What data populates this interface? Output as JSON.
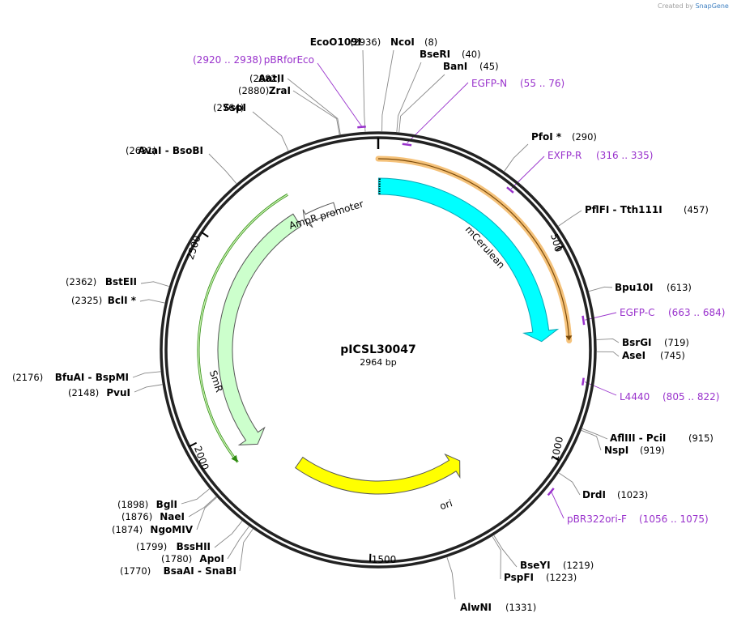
{
  "plasmid": {
    "name": "pICSL30047",
    "length_label": "2964 bp",
    "length": 2964
  },
  "credit": {
    "prefix": "Created by",
    "brand": "SnapGene"
  },
  "ticks": [
    {
      "pos": 0,
      "label": ""
    },
    {
      "pos": 500,
      "label": "500"
    },
    {
      "pos": 1000,
      "label": "1000"
    },
    {
      "pos": 1500,
      "label": "1500"
    },
    {
      "pos": 2000,
      "label": "2000"
    },
    {
      "pos": 2500,
      "label": "2500"
    }
  ],
  "features": [
    {
      "name": "mCerulean",
      "start": 1,
      "end": 717,
      "color": "#00FFFF",
      "strand": 1
    },
    {
      "name": "ori",
      "start": 1183,
      "end": 1771,
      "color": "#FFFF00",
      "strand": -1
    },
    {
      "name": "SmR",
      "start": 1910,
      "end": 2700,
      "color": "#CCFFCC",
      "strand": -1
    },
    {
      "name": "AmpR promoter",
      "start": 2720,
      "end": 2825,
      "color": "#FFFFFF",
      "strand": -1
    }
  ],
  "sites": [
    {
      "name": "EcoO109I",
      "pos": 2936,
      "pos_label": "(2936)"
    },
    {
      "name": "NcoI",
      "pos": 8,
      "pos_label": "(8)"
    },
    {
      "name": "BseRI",
      "pos": 40,
      "pos_label": "(40)"
    },
    {
      "name": "BanI",
      "pos": 45,
      "pos_label": "(45)"
    },
    {
      "name": "AatII",
      "pos": 2882,
      "pos_label": "(2882)"
    },
    {
      "name": "ZraI",
      "pos": 2880,
      "pos_label": "(2880)"
    },
    {
      "name": "SspI",
      "pos": 2764,
      "pos_label": "(2764)"
    },
    {
      "name": "AvaI - BsoBI",
      "pos": 2631,
      "pos_label": "(2631)"
    },
    {
      "name": "PfoI *",
      "pos": 290,
      "pos_label": "(290)"
    },
    {
      "name": "PflFI - Tth111I",
      "pos": 457,
      "pos_label": "(457)"
    },
    {
      "name": "Bpu10I",
      "pos": 613,
      "pos_label": "(613)"
    },
    {
      "name": "BsrGI",
      "pos": 719,
      "pos_label": "(719)"
    },
    {
      "name": "AseI",
      "pos": 745,
      "pos_label": "(745)"
    },
    {
      "name": "AflIII - PciI",
      "pos": 915,
      "pos_label": "(915)"
    },
    {
      "name": "NspI",
      "pos": 919,
      "pos_label": "(919)"
    },
    {
      "name": "DrdI",
      "pos": 1023,
      "pos_label": "(1023)"
    },
    {
      "name": "BseYI",
      "pos": 1219,
      "pos_label": "(1219)"
    },
    {
      "name": "PspFI",
      "pos": 1223,
      "pos_label": "(1223)"
    },
    {
      "name": "AlwNI",
      "pos": 1331,
      "pos_label": "(1331)"
    },
    {
      "name": "BstEII",
      "pos": 2362,
      "pos_label": "(2362)"
    },
    {
      "name": "BclI *",
      "pos": 2325,
      "pos_label": "(2325)"
    },
    {
      "name": "BfuAI - BspMI",
      "pos": 2176,
      "pos_label": "(2176)"
    },
    {
      "name": "PvuI",
      "pos": 2148,
      "pos_label": "(2148)"
    },
    {
      "name": "BglI",
      "pos": 1898,
      "pos_label": "(1898)"
    },
    {
      "name": "NaeI",
      "pos": 1876,
      "pos_label": "(1876)"
    },
    {
      "name": "NgoMIV",
      "pos": 1874,
      "pos_label": "(1874)"
    },
    {
      "name": "BssHII",
      "pos": 1799,
      "pos_label": "(1799)"
    },
    {
      "name": "ApoI",
      "pos": 1780,
      "pos_label": "(1780)"
    },
    {
      "name": "BsaAI - SnaBI",
      "pos": 1770,
      "pos_label": "(1770)"
    }
  ],
  "primers": [
    {
      "name": "pBRforEco",
      "range": "(2920 .. 2938)",
      "start": 2920,
      "end": 2938
    },
    {
      "name": "EGFP-N",
      "range": "(55 .. 76)",
      "start": 55,
      "end": 76
    },
    {
      "name": "EXFP-R",
      "range": "(316 .. 335)",
      "start": 316,
      "end": 335
    },
    {
      "name": "EGFP-C",
      "range": "(663 .. 684)",
      "start": 663,
      "end": 684
    },
    {
      "name": "L4440",
      "range": "(805 .. 822)",
      "start": 805,
      "end": 822
    },
    {
      "name": "pBR322ori-F",
      "range": "(1056 .. 1075)",
      "start": 1056,
      "end": 1075
    }
  ],
  "colors": {
    "primer": "#9932CC",
    "backbone": "#222222",
    "orf": "#F5C27A"
  }
}
